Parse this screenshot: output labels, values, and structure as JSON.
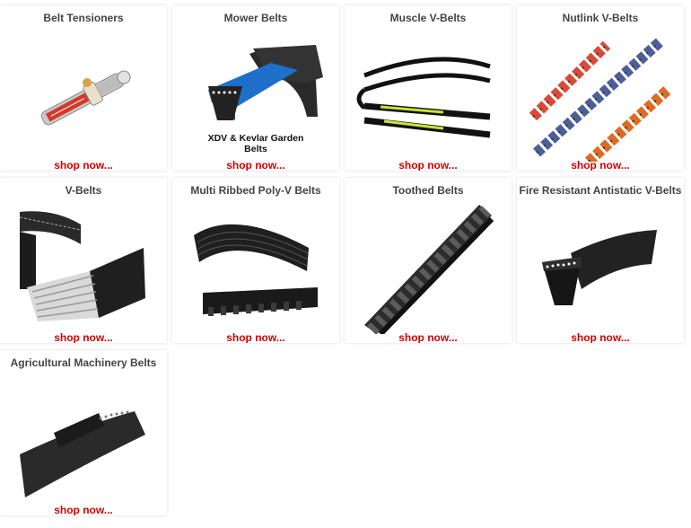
{
  "shop_label": "shop now...",
  "accent_color": "#d40000",
  "tiles": [
    {
      "title": "Belt Tensioners"
    },
    {
      "title": "Mower Belts",
      "image_caption": [
        "XDV & Kevlar Garden",
        "Belts"
      ]
    },
    {
      "title": "Muscle V-Belts"
    },
    {
      "title": "Nutlink V-Belts"
    },
    {
      "title": "V-Belts"
    },
    {
      "title": "Multi Ribbed Poly-V Belts"
    },
    {
      "title": "Toothed Belts"
    },
    {
      "title": "Fire Resistant Antistatic V-Belts"
    },
    {
      "title": "Agricultural Machinery Belts"
    }
  ]
}
